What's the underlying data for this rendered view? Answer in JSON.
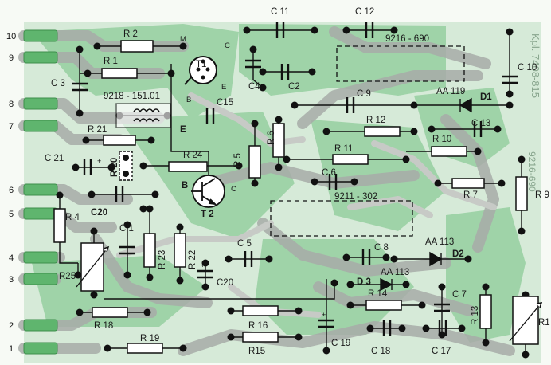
{
  "pin_numbers": [
    "10",
    "9",
    "8",
    "7",
    "6",
    "5",
    "4",
    "3",
    "2",
    "1"
  ],
  "labels": {
    "r2": "R 2",
    "r1": "R 1",
    "r21": "R 21",
    "r24": "R 24",
    "r5": "R 5",
    "r6": "R 6",
    "r11": "R 11",
    "r12": "R 12",
    "r10": "R 10",
    "r7": "R 7",
    "r9": "R 9",
    "r4": "R 4",
    "r25": "R25",
    "r23": "R 23",
    "r22": "R 22",
    "r18": "R 18",
    "r19": "R 19",
    "r16": "R 16",
    "r15": "R15",
    "r14": "R 14",
    "r13": "R 13",
    "r1_trim": "R1",
    "r20": "R 20",
    "c11": "C 11",
    "c12": "C 12",
    "c10": "C 10",
    "c3": "C 3",
    "c4": "C4",
    "c2": "C2",
    "c15": "C15",
    "c9": "C 9",
    "c13": "C 13",
    "c21": "C 21",
    "c20a": "C20",
    "c20b": "C20",
    "c6": "C 6",
    "c1": "C 1",
    "c5": "C 5",
    "c8": "C 8",
    "c7": "C 7",
    "c19": "C 19",
    "c18": "C 18",
    "c17": "C 17",
    "t1": "T1",
    "t2": "T 2",
    "ic_9216": "9216 - 690",
    "ic_9218": "9218 - 151.01",
    "ic_9211": "9211 - 302",
    "d1_type": "AA 119",
    "d1": "D1",
    "d2_type": "AA 113",
    "d2": "D2",
    "d3_type": "AA 113",
    "d3": "D 3",
    "t1_m": "M",
    "t1_c": "C",
    "t1_e": "E",
    "t1_b": "B",
    "t2_e": "E",
    "t2_b": "B",
    "t2_c": "C",
    "watermark_top": "Kpl. 7408-815",
    "watermark_mid": "9216-690"
  }
}
